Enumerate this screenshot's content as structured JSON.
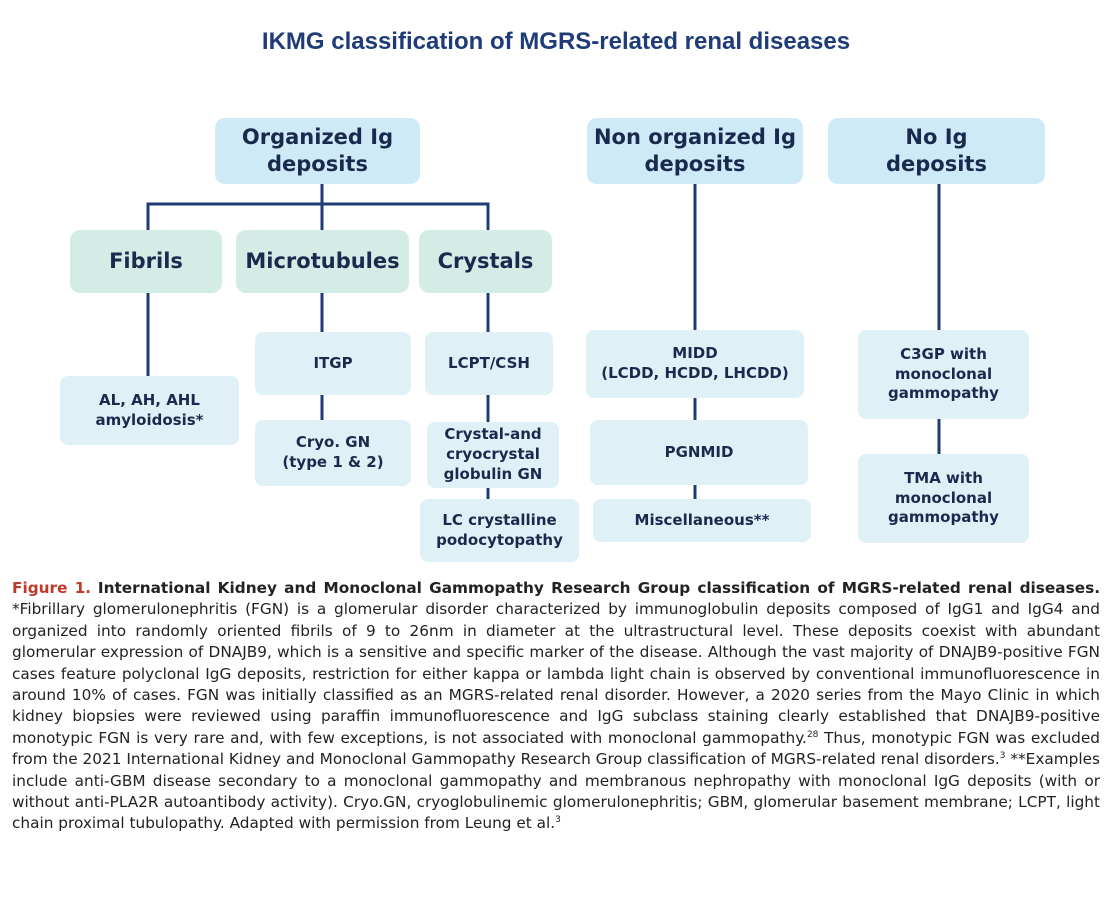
{
  "title": "IKMG classification of MGRS-related renal diseases",
  "colors": {
    "title": "#1f3c78",
    "top_box": "#cfeaf7",
    "mid_box": "#d4ece6",
    "leaf_box": "#dff1f7",
    "line": "#1f3c78",
    "figure_label": "#c0392b"
  },
  "nodes": {
    "organized": "Organized Ig\ndeposits",
    "non_organized": "Non organized Ig\ndeposits",
    "no_ig": "No Ig\ndeposits",
    "fibrils": "Fibrils",
    "microtubules": "Microtubules",
    "crystals": "Crystals",
    "al_ah_ahl": "AL, AH, AHL\namyloidosis*",
    "itgp": "ITGP",
    "cryo_gn": "Cryo. GN\n(type 1 & 2)",
    "lcpt_csh": "LCPT/CSH",
    "crystal_cryo": "Crystal-and\ncryocrystal\nglobulin GN",
    "lc_crystalline": "LC crystalline\npodocytopathy",
    "midd": "MIDD\n(LCDD, HCDD, LHCDD)",
    "pgnmid": "PGNMID",
    "misc": "Miscellaneous**",
    "c3gp": "C3GP with\nmonoclonal\ngammopathy",
    "tma": "TMA with\nmonoclonal\ngammopathy"
  },
  "caption": {
    "label": "Figure 1.",
    "title": "International Kidney and Monoclonal Gammopathy Research Group classification of MGRS-related renal diseases.",
    "part1": "*Fibrillary glomerulonephritis (FGN) is a glomerular disorder characterized by immunoglobulin deposits composed of IgG1 and IgG4 and organized into randomly oriented fibrils of 9 to 26nm in diameter at the ultrastructural level. These deposits coexist with abundant glomerular expression of DNAJB9, which is a sensitive and specific marker of the disease. Although the vast majority of DNAJB9-positive FGN cases feature polyclonal IgG deposits, restriction for either kappa or lambda light chain is observed by conventional immunofluorescence in around 10% of cases. FGN was initially classified as an MGRS-related renal disorder. However, a 2020 series from the Mayo Clinic in which kidney biopsies were reviewed using paraffin immunofluorescence and IgG subclass staining clearly established that DNAJB9-positive monotypic FGN is very rare and, with few exceptions, is not associated with monoclonal gammopathy.",
    "ref1": "28",
    "part2": " Thus, monotypic FGN was excluded from the 2021 International Kidney and Monoclonal Gammopathy Research Group classification of MGRS-related renal disorders.",
    "ref2": "3",
    "part3": " **Examples include anti-GBM disease secondary to a monoclonal gammopathy and membranous nephropathy with monoclonal IgG deposits (with or without anti-PLA2R autoantibody activity). Cryo.GN, cryoglobulinemic glomerulonephritis; GBM, glomerular basement membrane; LCPT, light chain proximal tubulopathy. Adapted with permission from Leung et al.",
    "ref3": "3"
  }
}
